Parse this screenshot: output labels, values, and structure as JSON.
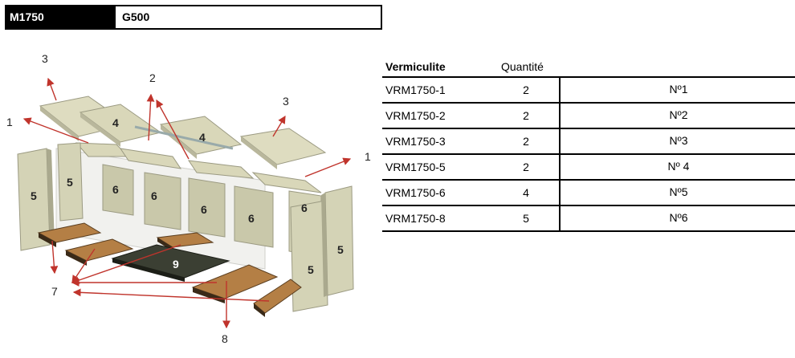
{
  "header": {
    "model": "M1750",
    "code": "G500"
  },
  "diagram": {
    "callouts": [
      "3",
      "2",
      "3",
      "1",
      "1",
      "7",
      "8"
    ],
    "panels": [
      "4",
      "4",
      "5",
      "5",
      "6",
      "6",
      "6",
      "6",
      "6",
      "9",
      "5",
      "5"
    ]
  },
  "table": {
    "headers": {
      "material": "Vermiculite",
      "qty": "Quantité"
    },
    "rows": [
      {
        "ref": "VRM1750-1",
        "qty": "2",
        "num": "Nº1"
      },
      {
        "ref": "VRM1750-2",
        "qty": "2",
        "num": "Nº2"
      },
      {
        "ref": "VRM1750-3",
        "qty": "2",
        "num": "Nº3"
      },
      {
        "ref": "VRM1750-5",
        "qty": "2",
        "num": "Nº 4"
      },
      {
        "ref": "VRM1750-6",
        "qty": "4",
        "num": "Nº5"
      },
      {
        "ref": "VRM1750-8",
        "qty": "5",
        "num": "Nº6"
      }
    ]
  }
}
